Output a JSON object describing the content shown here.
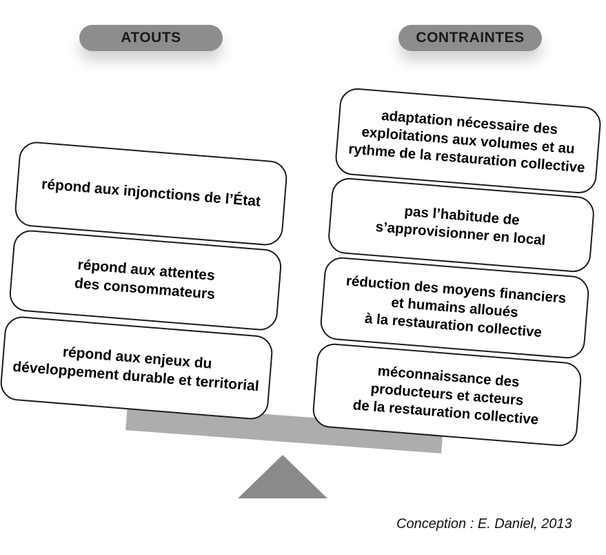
{
  "diagram": {
    "title_left": "ATOUTS",
    "title_right": "CONTRAINTES",
    "caption": "Conception : E. Daniel, 2013",
    "colors": {
      "pill_gray": "#8d8d8b",
      "beam_gray": "#adadad",
      "fulcrum_gray": "#8a8a8a",
      "card_border": "#1c1c1c",
      "card_fill": "#ffffff",
      "text": "#000000",
      "background": "#ffffff"
    },
    "left_column": {
      "header": "ATOUTS",
      "cards": [
        {
          "id": "a1",
          "text": "répond aux injonctions de l’État"
        },
        {
          "id": "a2",
          "text": "répond aux attentes\ndes consommateurs"
        },
        {
          "id": "a3",
          "text": "répond aux enjeux du\ndéveloppement durable et territorial"
        }
      ]
    },
    "right_column": {
      "header": "CONTRAINTES",
      "cards": [
        {
          "id": "c1",
          "text": "adaptation nécessaire des\nexploitations aux volumes et au\nrythme de la restauration collective"
        },
        {
          "id": "c2",
          "text": "pas l’habitude de\ns’approvisionner en local"
        },
        {
          "id": "c3",
          "text": "réduction des moyens financiers\net humains alloués\nà la restauration collective"
        },
        {
          "id": "c4",
          "text": "méconnaissance des\nproducteurs et acteurs\nde la restauration collective"
        }
      ]
    },
    "balance": {
      "beam_label": "balance-beam",
      "fulcrum_label": "balance-fulcrum",
      "tilt": "right-side-down"
    }
  }
}
